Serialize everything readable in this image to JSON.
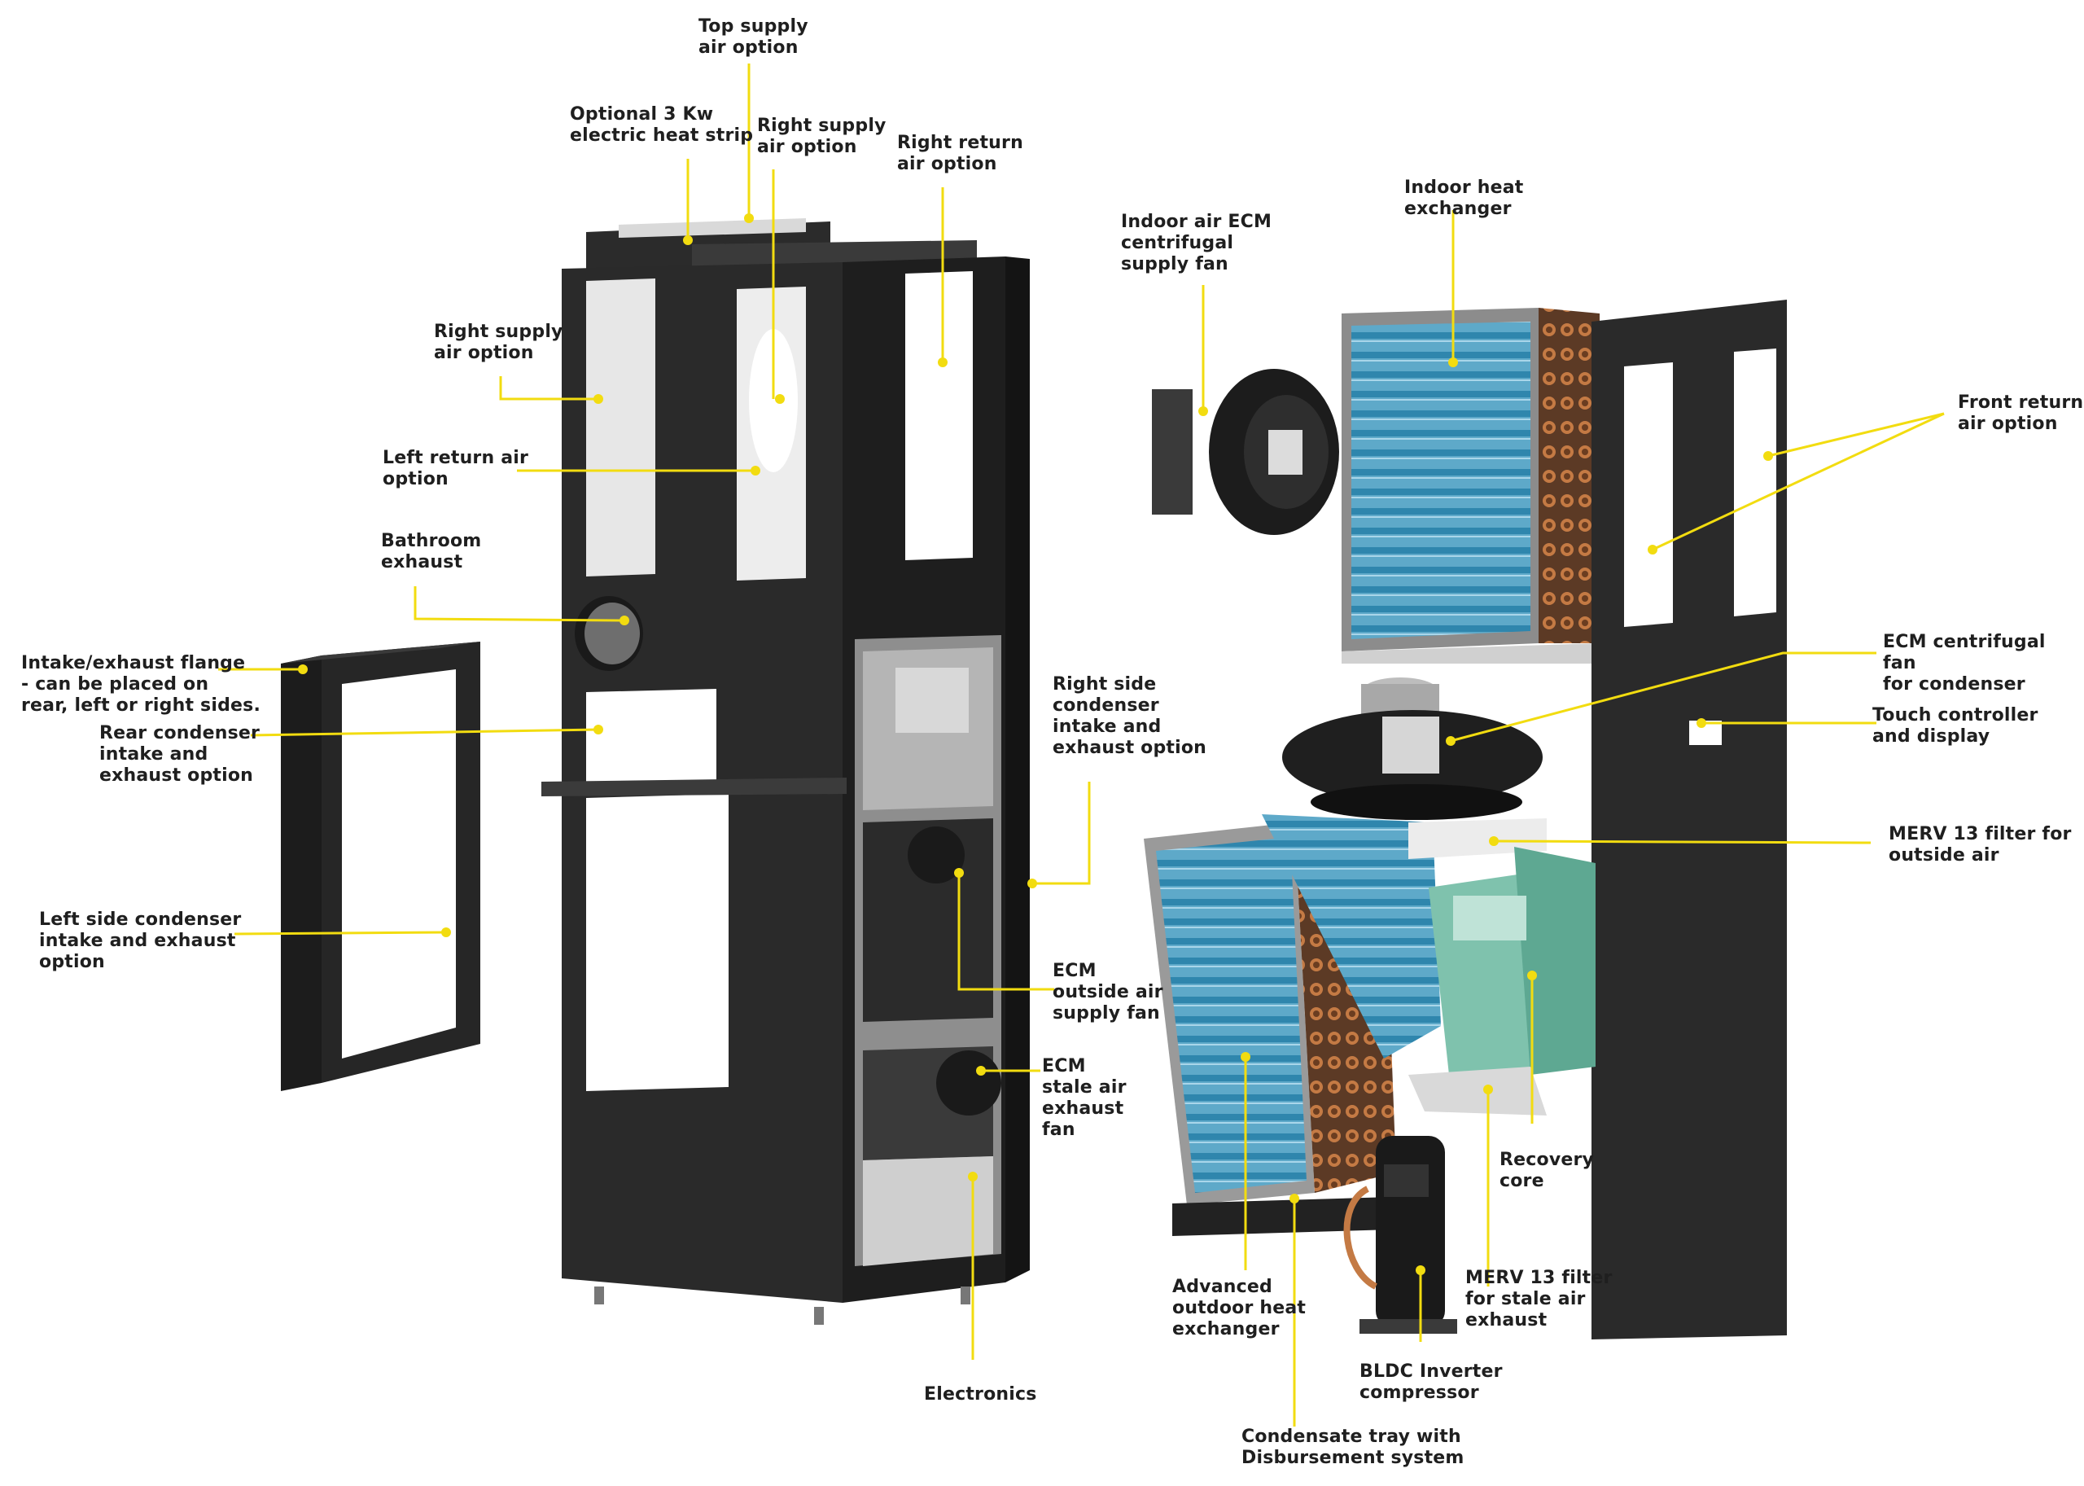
{
  "colors": {
    "leader": "#f2dc10",
    "text": "#1f1f1f",
    "cabinet": "#232323",
    "coil": "#3b93b8",
    "copper": "#b56a3a",
    "recovery_core": "#7fc2ad"
  },
  "labels": {
    "top_supply": "Top supply\nair option",
    "heat_strip": "Optional 3 Kw\nelectric heat strip",
    "right_supply_top": "Right supply\nair option",
    "right_return": "Right return\nair option",
    "right_supply_left": "Right supply\nair option",
    "left_return": "Left return air\noption",
    "bathroom": "Bathroom\nexhaust",
    "flange": "Intake/exhaust flange\n- can be placed on\nrear, left or right sides.",
    "rear_condenser": "Rear condenser\nintake and\nexhaust option",
    "left_condenser": "Left side condenser\nintake and exhaust\noption",
    "right_condenser": "Right side\ncondenser\nintake and\nexhaust option",
    "ecm_outside": "ECM\noutside air\nsupply fan",
    "ecm_stale": "ECM\nstale air\nexhaust\nfan",
    "electronics": "Electronics",
    "indoor_fan": "Indoor air ECM\ncentrifugal\nsupply fan",
    "indoor_hx": "Indoor heat\nexchanger",
    "front_return": "Front return\nair option",
    "ecm_condenser": "ECM centrifugal fan\nfor condenser",
    "touch": "Touch controller\nand display",
    "merv_outside": "MERV 13 filter for\noutside air",
    "recovery": "Recovery\ncore",
    "merv_stale": "MERV 13 filter\nfor stale air\nexhaust",
    "advanced_hx": "Advanced\noutdoor heat\nexchanger",
    "bldc": "BLDC Inverter\ncompressor",
    "condensate": "Condensate tray with\nDisbursement system"
  }
}
